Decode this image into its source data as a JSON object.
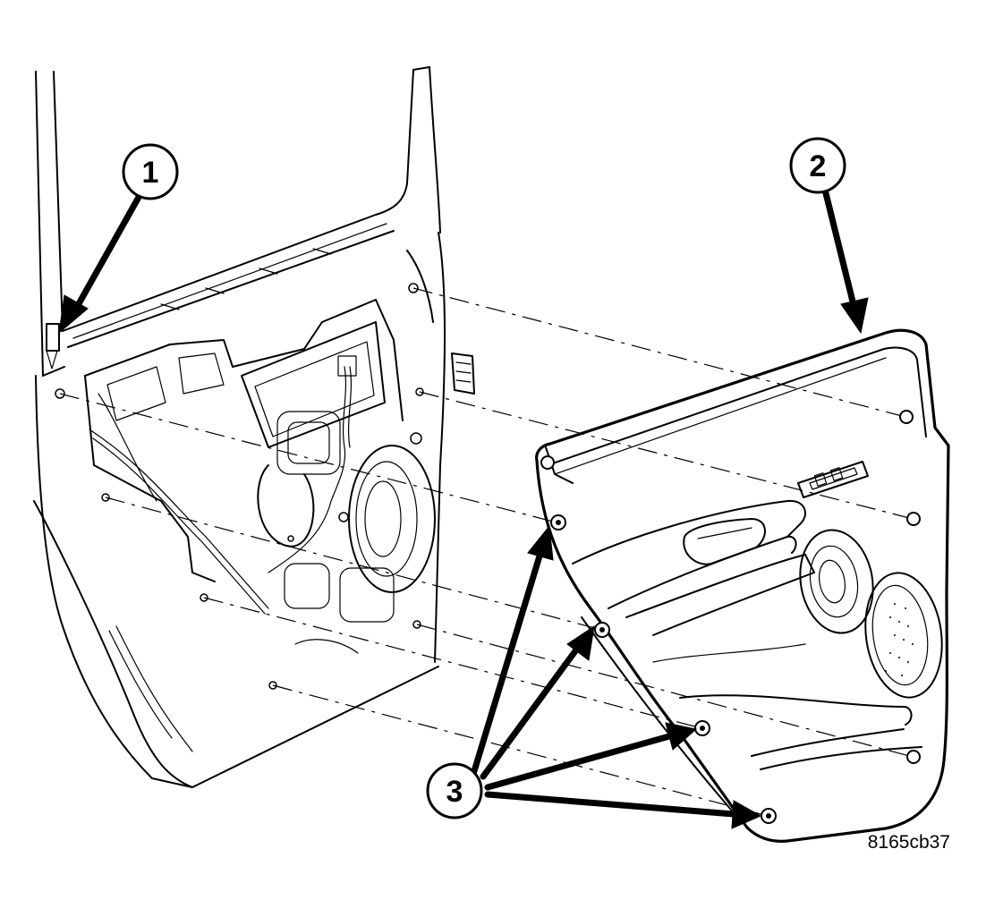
{
  "callouts": [
    {
      "id": "1",
      "label": "1"
    },
    {
      "id": "2",
      "label": "2"
    },
    {
      "id": "3",
      "label": "3"
    }
  ],
  "reference_code": "8165cb37"
}
